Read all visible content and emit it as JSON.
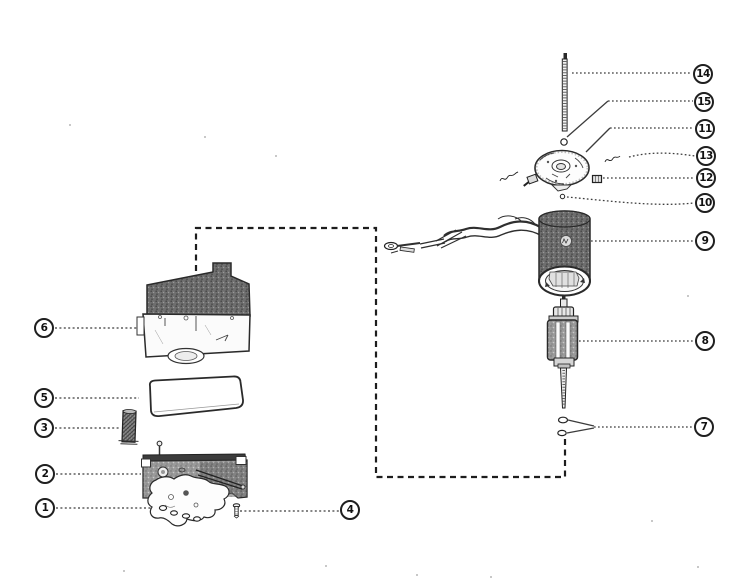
{
  "figure": {
    "kind": "exploded-parts-diagram",
    "callout_labels": [
      "1",
      "2",
      "3",
      "4",
      "5",
      "6",
      "7",
      "8",
      "9",
      "10",
      "11",
      "12",
      "13",
      "14",
      "15"
    ]
  },
  "colors": {
    "background": "#ffffff",
    "ink": "#222222",
    "leader_line": "#3c3c3c",
    "texture_gray": "#9a9a9a",
    "texture_dark_gray": "#6e6e6e"
  }
}
